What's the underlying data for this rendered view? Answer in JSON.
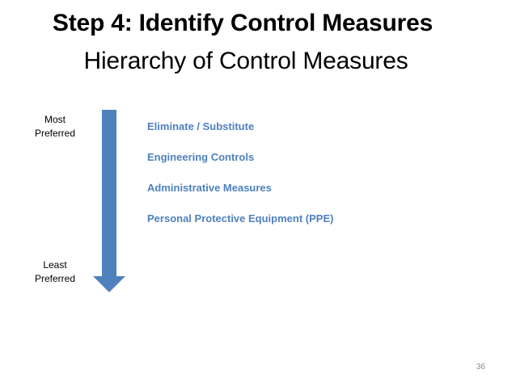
{
  "slide": {
    "title": "Step 4: Identify Control Measures",
    "subtitle": "Hierarchy of Control Measures",
    "top_label": "Most\nPreferred",
    "bottom_label": "Least\nPreferred",
    "measures": [
      "Eliminate / Substitute",
      "Engineering Controls",
      "Administrative Measures",
      "Personal Protective Equipment (PPE)"
    ],
    "page_number": "36",
    "colors": {
      "arrow": "#4f81bd",
      "measure_text": "#4f81bd"
    }
  }
}
